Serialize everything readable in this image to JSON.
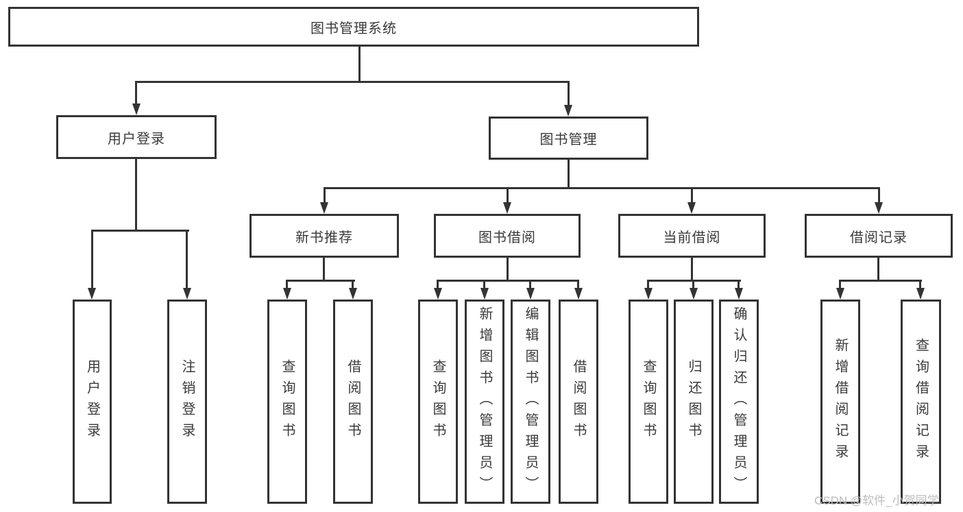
{
  "diagram": {
    "root": "图书管理系统",
    "branches": {
      "user_login": {
        "label": "用户登录",
        "children": {
          "login": "用户登录",
          "logout": "注销登录"
        }
      },
      "book_mgmt": {
        "label": "图书管理",
        "children": {
          "new_book": {
            "label": "新书推荐",
            "children": {
              "query": "查询图书",
              "borrow": "借阅图书"
            }
          },
          "book_borrow": {
            "label": "图书借阅",
            "children": {
              "query": "查询图书",
              "add": "新增图书（管理员）",
              "edit": "编辑图书（管理员）",
              "borrow": "借阅图书"
            }
          },
          "current_borrow": {
            "label": "当前借阅",
            "children": {
              "query": "查询图书",
              "return": "归还图书",
              "confirm": "确认归还（管理员）"
            }
          },
          "borrow_record": {
            "label": "借阅记录",
            "children": {
              "add": "新增借阅记录",
              "query": "查询借阅记录"
            }
          }
        }
      }
    }
  },
  "watermark": {
    "text": "CSDN @软件_小贺同学"
  },
  "colors": {
    "line": "#333333",
    "text": "#3a3a3a",
    "watermark": "#bcbcbc",
    "background": "#ffffff"
  }
}
